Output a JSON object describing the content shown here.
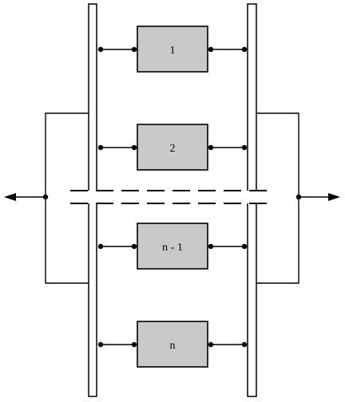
{
  "diagram": {
    "units": [
      {
        "label": "1"
      },
      {
        "label": "2"
      },
      {
        "label": "n - 1"
      },
      {
        "label": "n"
      }
    ],
    "colors": {
      "box_fill": "#c8c8c8",
      "stroke": "#000000",
      "background": "#ffffff"
    },
    "icons": {
      "left_terminal": "arrow-left-icon",
      "right_terminal": "arrow-right-icon"
    }
  }
}
